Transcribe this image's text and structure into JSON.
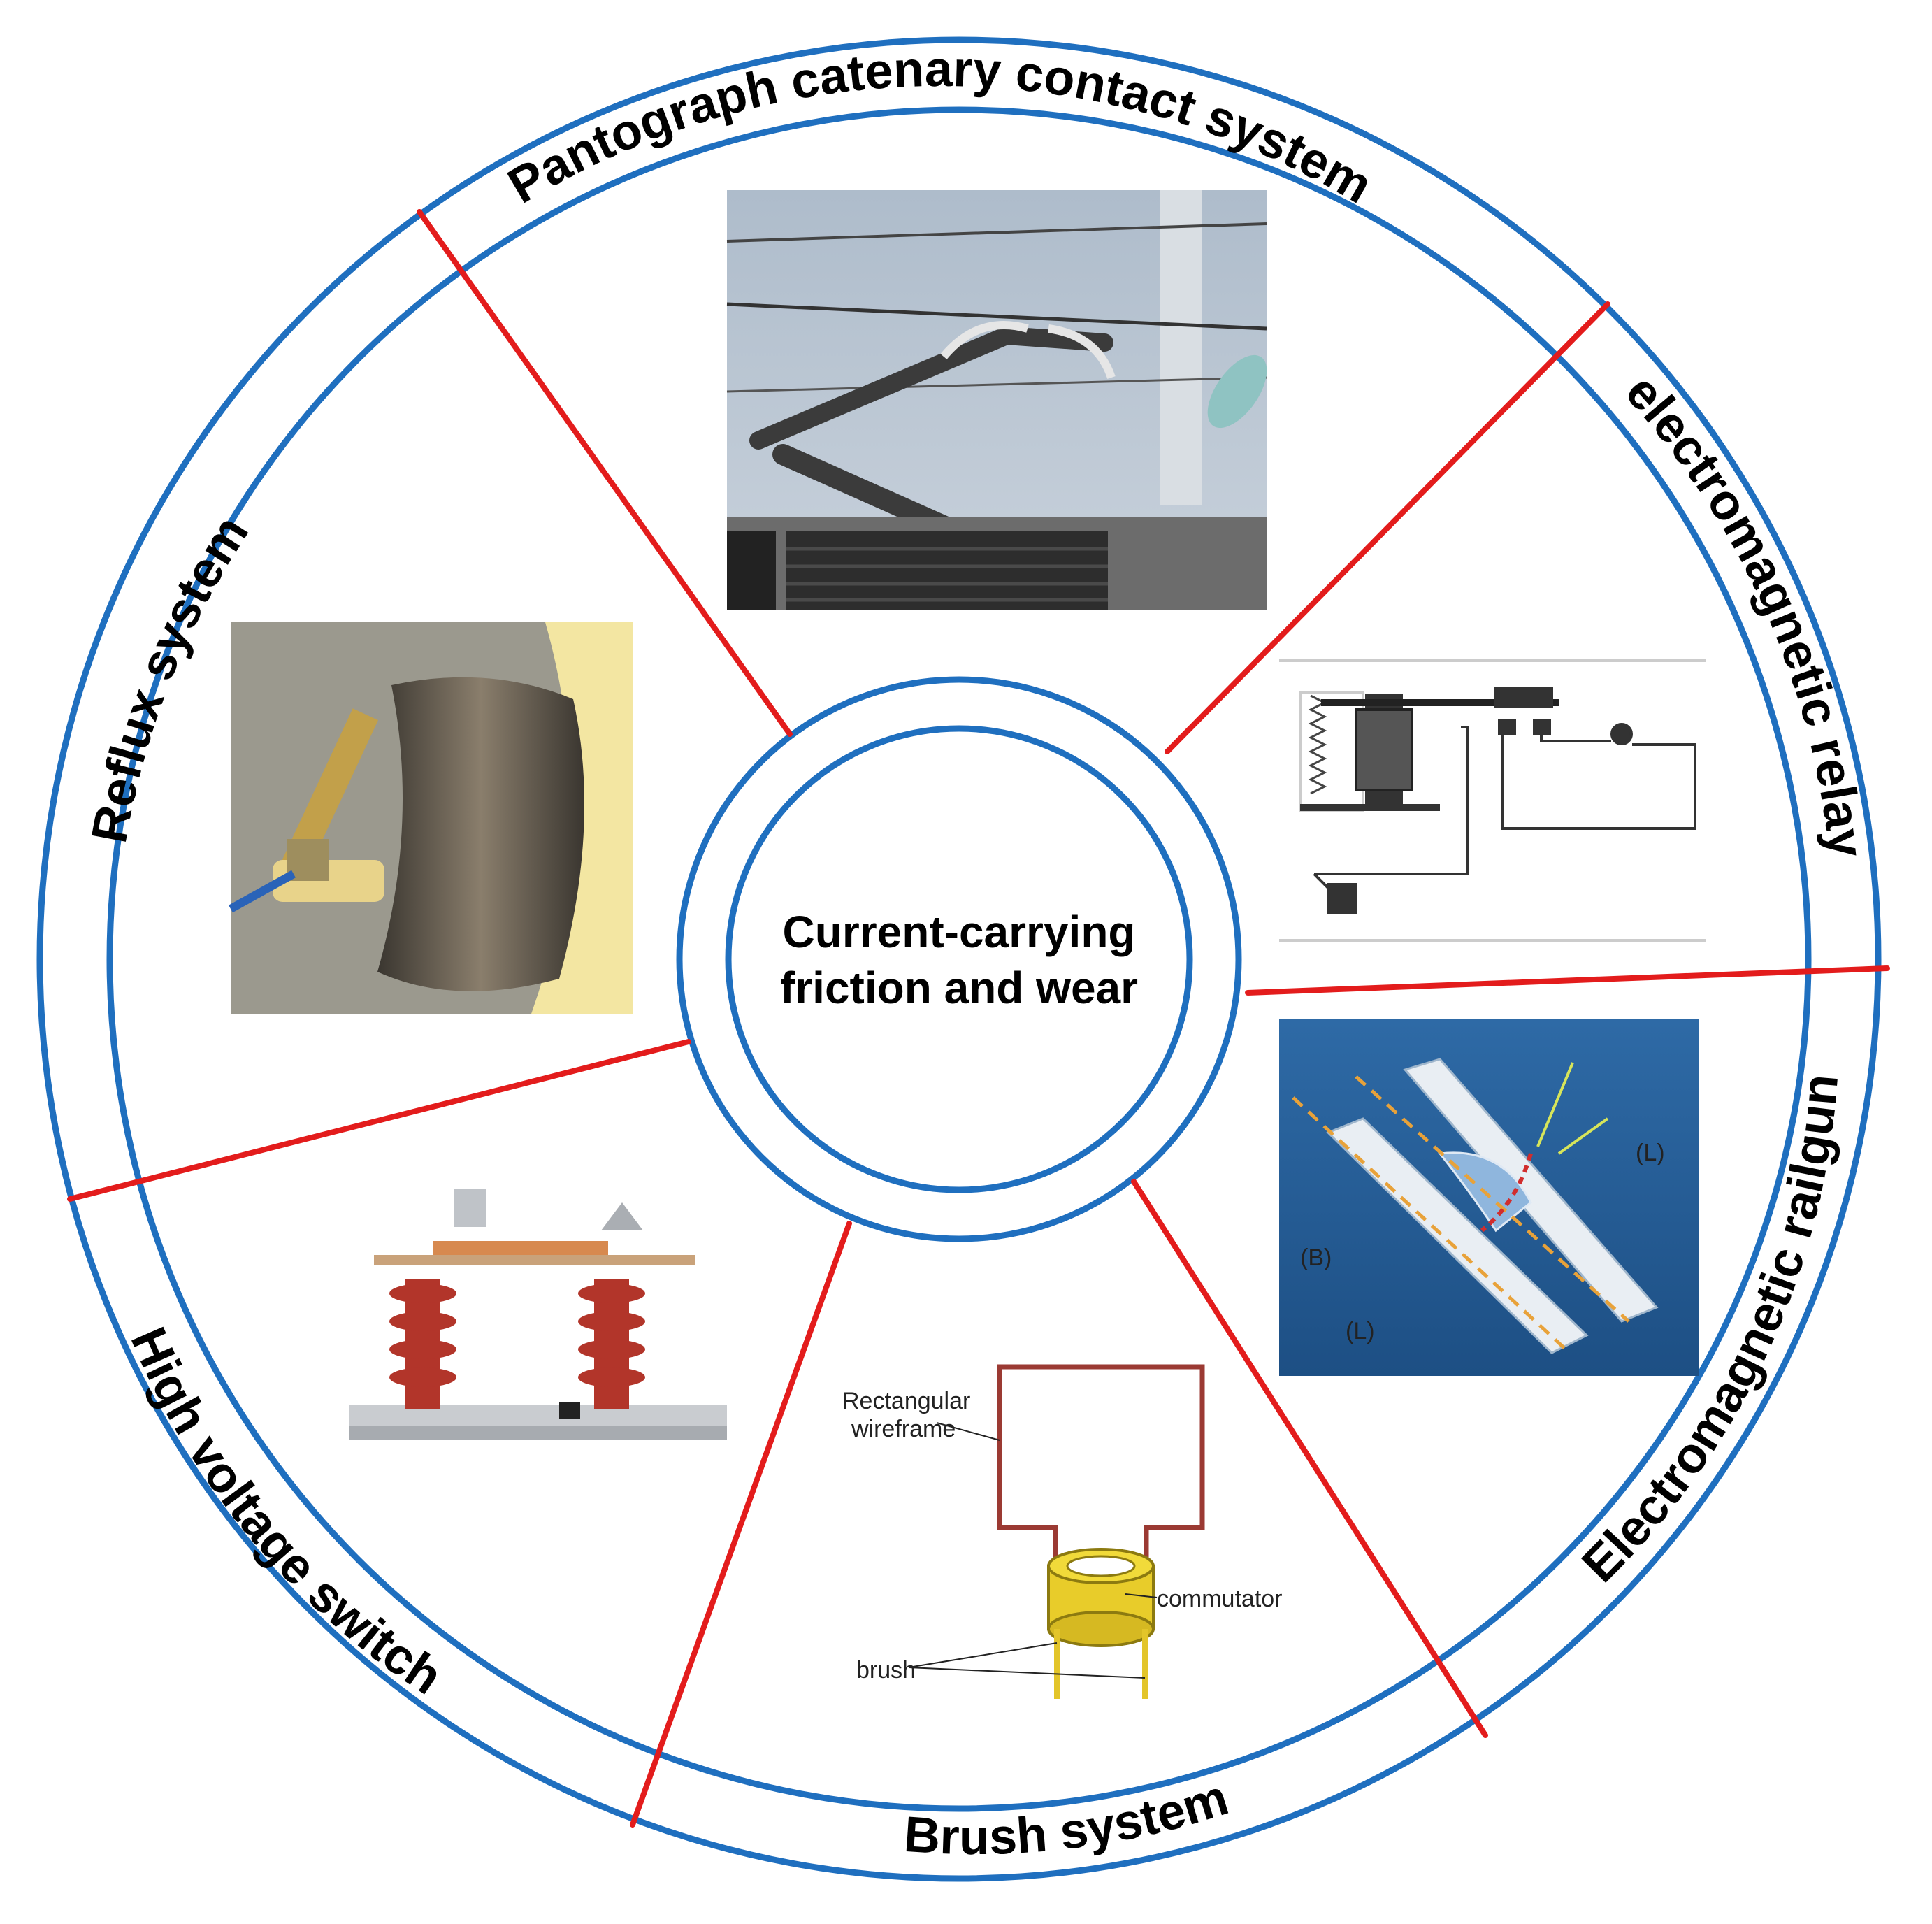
{
  "center": {
    "line1": "Current-carrying",
    "line2": "friction and wear"
  },
  "sectors": [
    {
      "label": "Pantograph catenary contact system",
      "image": "pantograph-photo"
    },
    {
      "label": "electromagnetic relay",
      "image": "relay-schematic"
    },
    {
      "label": "Electromagnetic railgun",
      "image": "railgun-illustration"
    },
    {
      "label": "Brush system",
      "image": "brush-commutator-diagram"
    },
    {
      "label": "High voltage switch",
      "image": "high-voltage-switch-photo"
    },
    {
      "label": "Reflux system",
      "image": "reflux-photo"
    }
  ],
  "brush_diagram": {
    "wireframe_line1": "Rectangular",
    "wireframe_line2": "wireframe",
    "commutator": "commutator",
    "brush": "brush"
  },
  "railgun_labels": {
    "l_upper": "(L)",
    "b": "(B)",
    "l_lower": "(L)"
  },
  "colors": {
    "ring": "#1f6fbf",
    "divider": "#e31c1c"
  }
}
